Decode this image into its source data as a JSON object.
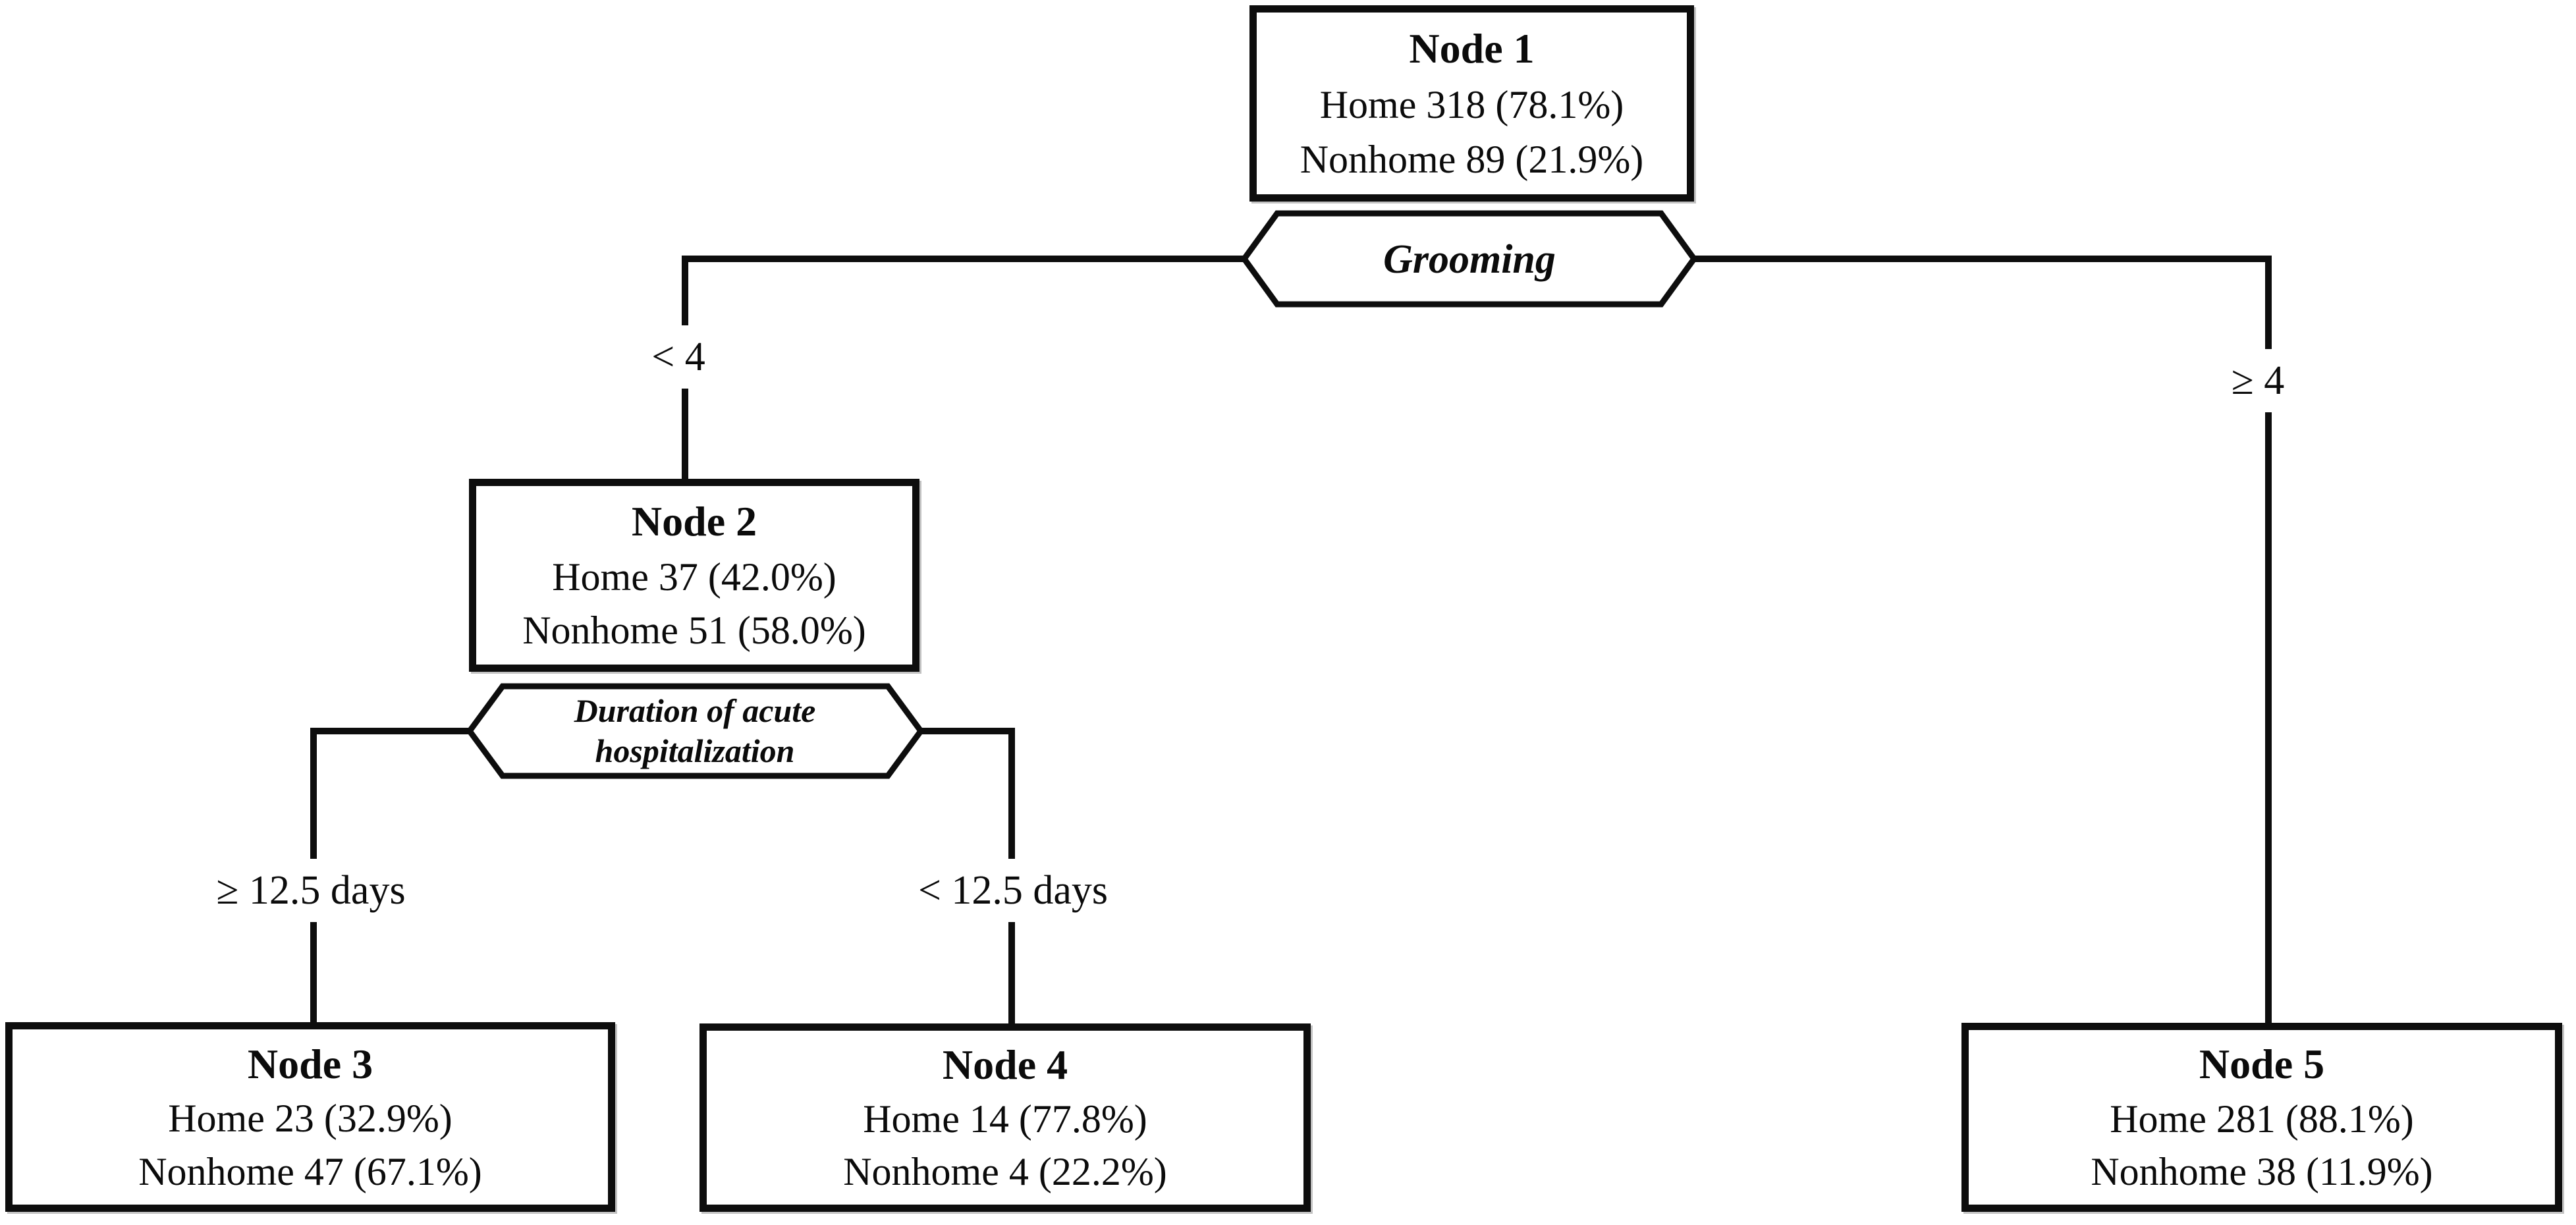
{
  "diagram": {
    "title": "classification-tree",
    "background_color": "#ffffff",
    "line_color": "#0d0d0d",
    "nodes": [
      {
        "id": "node-1",
        "title": "Node 1",
        "home": "Home 318 (78.1%)",
        "nonhome": "Nonhome 89 (21.9%)"
      },
      {
        "id": "node-2",
        "title": "Node 2",
        "home": "Home 37 (42.0%)",
        "nonhome": "Nonhome 51 (58.0%)"
      },
      {
        "id": "node-3",
        "title": "Node 3",
        "home": "Home 23 (32.9%)",
        "nonhome": "Nonhome 47 (67.1%)"
      },
      {
        "id": "node-4",
        "title": "Node 4",
        "home": "Home 14 (77.8%)",
        "nonhome": "Nonhome 4 (22.2%)"
      },
      {
        "id": "node-5",
        "title": "Node 5",
        "home": "Home 281 (88.1%)",
        "nonhome": "Nonhome 38 (11.9%)"
      }
    ],
    "splits": [
      {
        "id": "split-grooming",
        "label": "Grooming",
        "left_branch_label": "< 4",
        "right_branch_label": "≥ 4"
      },
      {
        "id": "split-duration",
        "label_line1": "Duration of acute",
        "label_line2": "hospitalization",
        "left_branch_label": "≥ 12.5 days",
        "right_branch_label": "< 12.5 days"
      }
    ]
  }
}
